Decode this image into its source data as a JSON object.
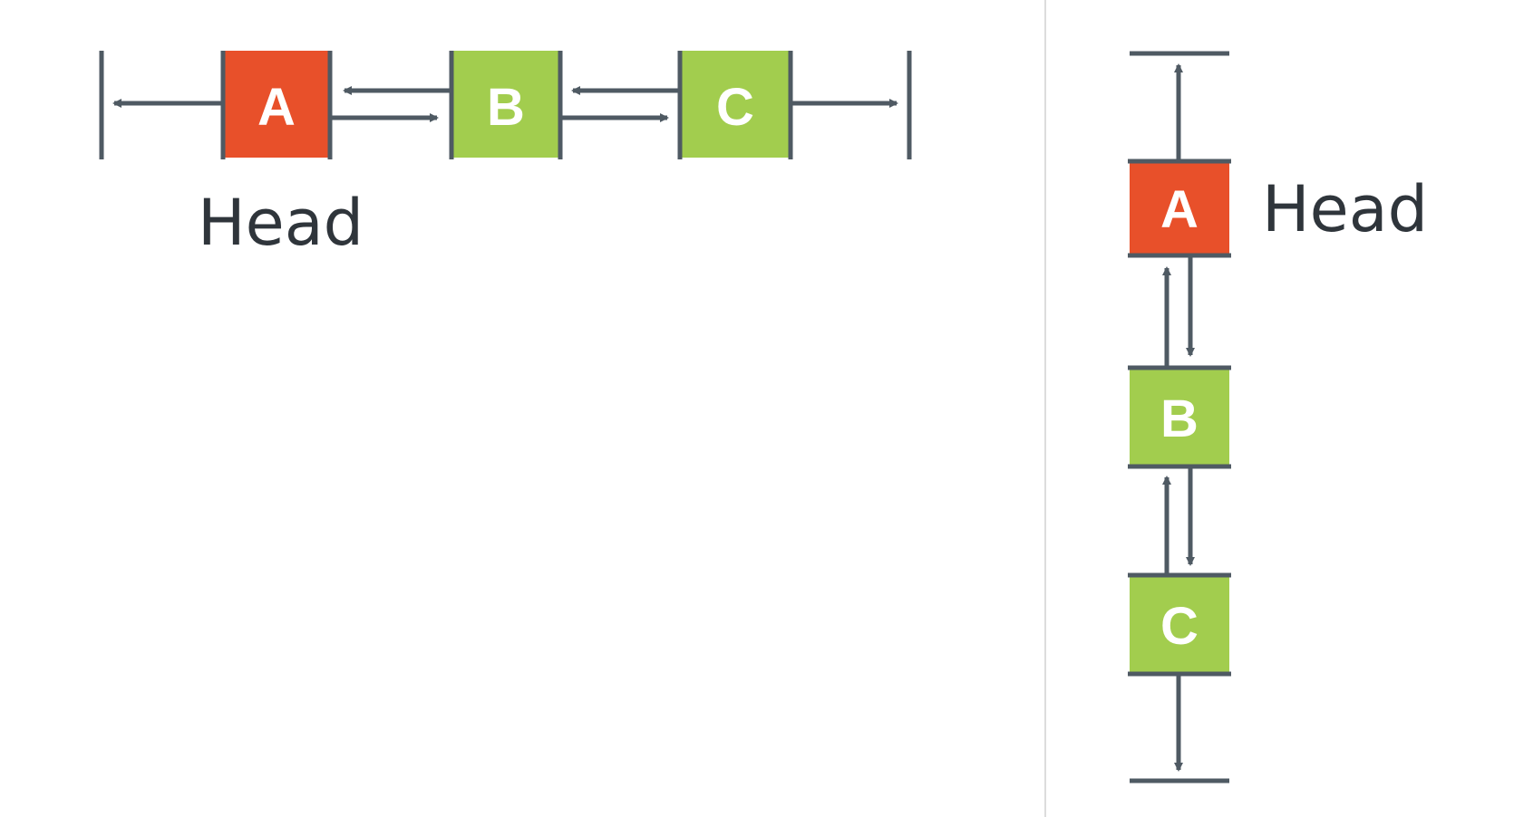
{
  "colors": {
    "head_node": "#e8502a",
    "node": "#a2cd4e",
    "stroke": "#4f5a63",
    "divider": "#dcdcdc"
  },
  "horizontal_list": {
    "nodes": [
      {
        "label": "A",
        "role": "head"
      },
      {
        "label": "B",
        "role": "node"
      },
      {
        "label": "C",
        "role": "node"
      }
    ],
    "head_label": "Head"
  },
  "vertical_list": {
    "nodes": [
      {
        "label": "A",
        "role": "head"
      },
      {
        "label": "B",
        "role": "node"
      },
      {
        "label": "C",
        "role": "node"
      }
    ],
    "head_label": "Head"
  }
}
